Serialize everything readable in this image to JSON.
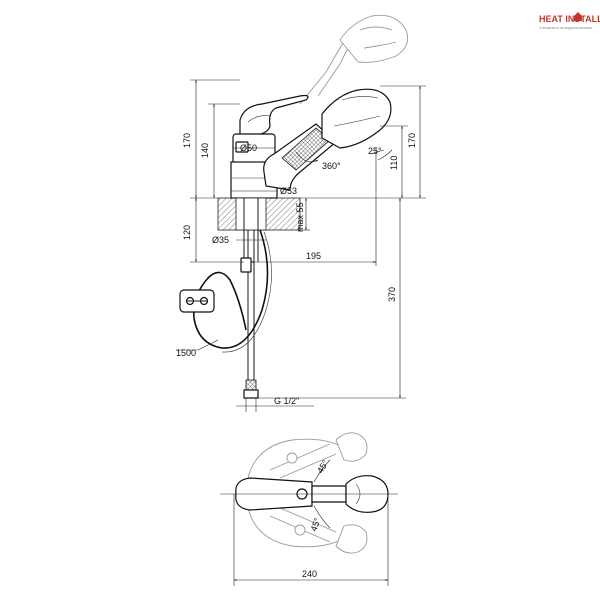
{
  "brand": {
    "name": "HEAT INSTALL",
    "tagline": "Спеціалісти по водопостачанню",
    "color": "#c0392b"
  },
  "dimensions": {
    "total_height_left": "170",
    "body_height": "140",
    "body_diameter": "Ø50",
    "base_diameter": "Ø53",
    "rotation_angle": "360°",
    "spout_angle": "25°",
    "spout_height": "110",
    "total_height_right": "170",
    "counter_thickness": "max 55",
    "mount_depth": "120",
    "shank_diameter": "Ø35",
    "reach": "195",
    "hose_drop": "370",
    "hose_length": "1500",
    "thread": "G 1/2\"",
    "top_angle_upper": "45°",
    "top_angle_lower": "45°",
    "total_length": "240"
  }
}
